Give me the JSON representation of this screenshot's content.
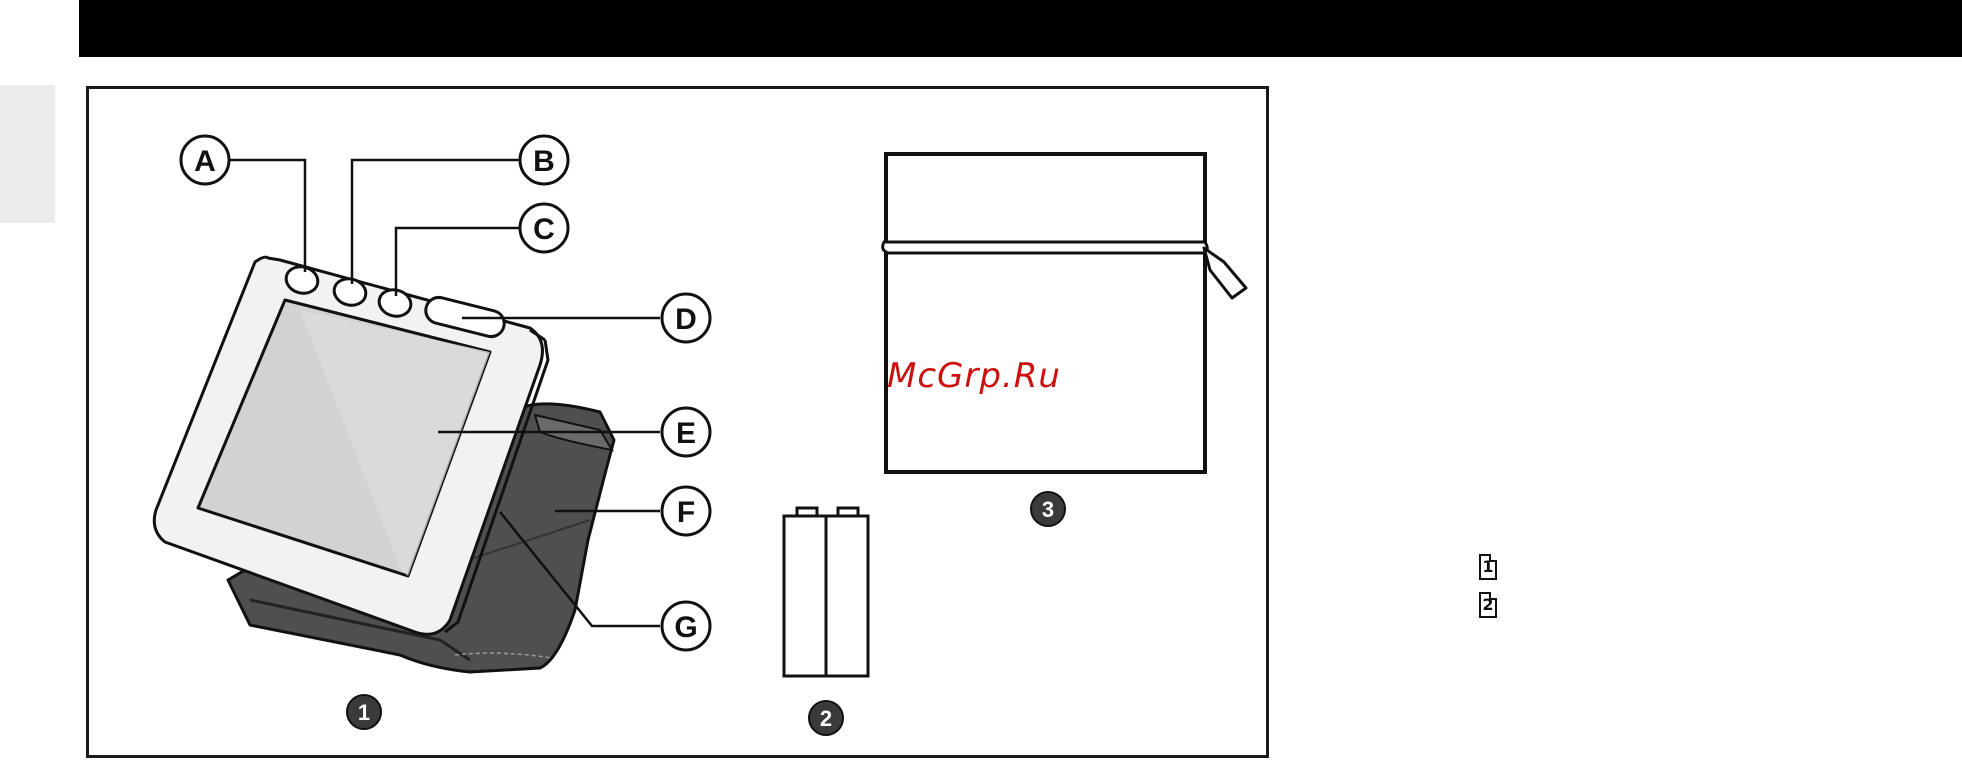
{
  "callouts": {
    "a": "A",
    "b": "B",
    "c": "C",
    "d": "D",
    "e": "E",
    "f": "F",
    "g": "G"
  },
  "item_numbers": {
    "monitor": "1",
    "batteries": "2",
    "case": "3"
  },
  "watermark": "McGrp.Ru",
  "page_markers": [
    "1",
    "2"
  ],
  "colors": {
    "header_bar": "#000000",
    "side_tab": "#ececec",
    "device_body": "#f2f2f2",
    "display": "#d6d6d6",
    "cuff": "#555555",
    "watermark": "#cc1111"
  }
}
